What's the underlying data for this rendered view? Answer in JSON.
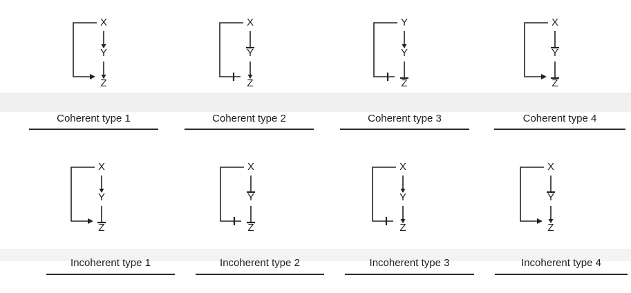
{
  "motifs": [
    {
      "label": "Coherent type 1",
      "top": "X",
      "mid": "Y",
      "bot": "Z",
      "xy": "activation",
      "yz": "activation",
      "xz": "activation"
    },
    {
      "label": "Coherent type 2",
      "top": "X",
      "mid": "Y",
      "bot": "Z",
      "xy": "repression",
      "yz": "activation",
      "xz": "repression"
    },
    {
      "label": "Coherent type 3",
      "top": "Y",
      "mid": "Y",
      "bot": "Z",
      "xy": "activation",
      "yz": "repression",
      "xz": "repression"
    },
    {
      "label": "Coherent type 4",
      "top": "X",
      "mid": "Y",
      "bot": "Z",
      "xy": "repression",
      "yz": "repression",
      "xz": "activation"
    },
    {
      "label": "Incoherent type 1",
      "top": "X",
      "mid": "Y",
      "bot": "Z",
      "xy": "activation",
      "yz": "repression",
      "xz": "activation"
    },
    {
      "label": "Incoherent type 2",
      "top": "X",
      "mid": "Y",
      "bot": "Z",
      "xy": "repression",
      "yz": "repression",
      "xz": "repression"
    },
    {
      "label": "Incoherent type 3",
      "top": "X",
      "mid": "Y",
      "bot": "Z",
      "xy": "activation",
      "yz": "activation",
      "xz": "repression"
    },
    {
      "label": "Incoherent type 4",
      "top": "X",
      "mid": "Y",
      "bot": "Z",
      "xy": "repression",
      "yz": "activation",
      "xz": "activation"
    }
  ]
}
